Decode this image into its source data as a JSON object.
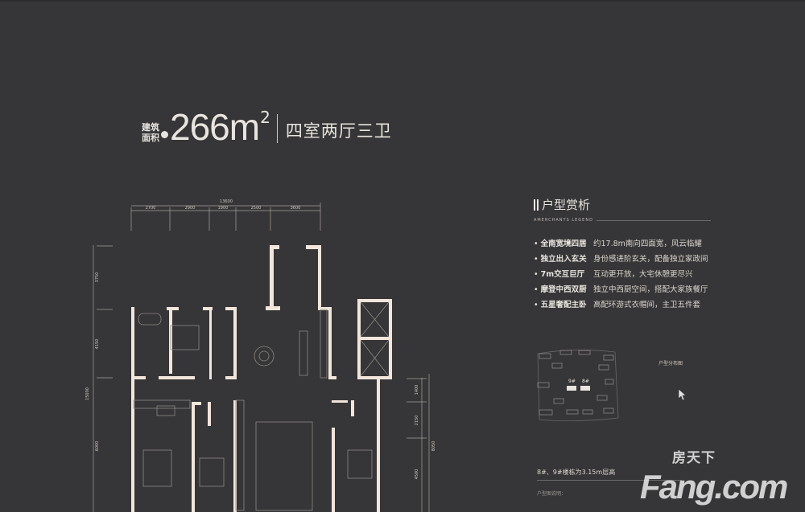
{
  "header": {
    "area_label_line1": "建筑",
    "area_label_line2": "面积",
    "area_value": "266",
    "area_unit": "m",
    "area_sup": "2",
    "layout_type": "四室两厅三卫"
  },
  "dimensions": {
    "top_total": "13600",
    "top_segments": [
      "2700",
      "2900",
      "1900",
      "2500",
      "3600"
    ],
    "left_segments": [
      "3750",
      "4150",
      "6000"
    ],
    "left_total": "15000",
    "right_segments": [
      "1400",
      "2150",
      "4500"
    ],
    "right_total": "8050"
  },
  "panel": {
    "title": "户型赏析",
    "subtitle": "AMERCHANTS LEGEND",
    "features": [
      {
        "key": "全南宽境四居",
        "value": "约17.8m南向四面宽，风云临耀"
      },
      {
        "key": "独立出入玄关",
        "value": "身份感进阶玄关，配备独立家政间"
      },
      {
        "key": "7m交互巨厅",
        "value": "互动更开放，大宅休憩更尽兴"
      },
      {
        "key": "摩登中西双厨",
        "value": "独立中西厨空间，搭配大家族餐厅"
      },
      {
        "key": "五星奢配主卧",
        "value": "高配环游式衣帽间，主卫五件套"
      }
    ]
  },
  "site_plan": {
    "label": "户型分布图",
    "building_9": "9#",
    "building_8": "8#"
  },
  "notes": {
    "floor_height": "8#、9#楼栋为3.15m层高",
    "title": "户型图说明："
  },
  "watermark": {
    "cn": "房天下",
    "en": "Fang.com"
  },
  "colors": {
    "background": "#363537",
    "wall": "#f2e6dc",
    "line": "#bcb6ad"
  }
}
